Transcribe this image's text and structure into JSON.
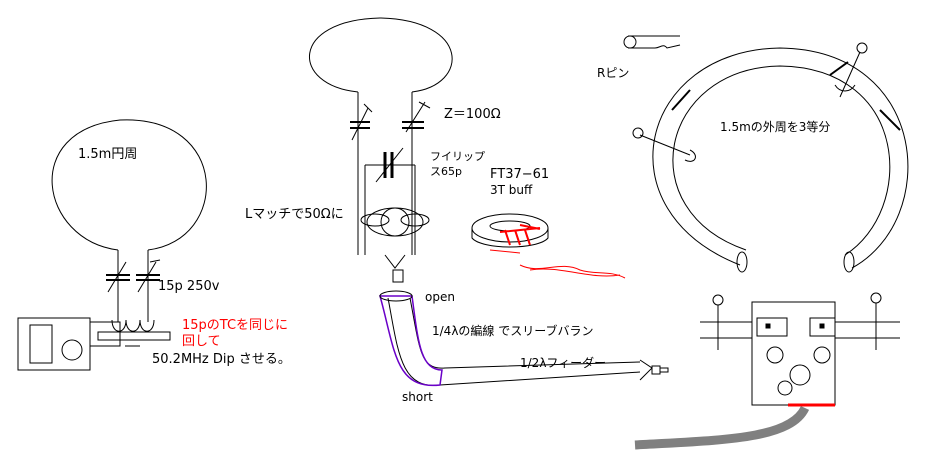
{
  "labels": {
    "left_loop": "1.5m円周",
    "left_cap": "15p 250v",
    "red_note_1": "15pのTCを同じに",
    "red_note_2": "回して",
    "dip": "50.2MHz  Dip  させる。",
    "impedance": "Z＝100Ω",
    "philips_1": "フイリップ",
    "philips_2": "ス65p",
    "l_match": "Lマッチで50Ωに",
    "ferrite_1": "FT37−61",
    "ferrite_2": "3T  buff",
    "open": "open",
    "sleeve_balun": "1/4λの編線 でスリーブバラン",
    "feeder": "1/2λフィーダー",
    "short": "short",
    "r_pin": "Rピン",
    "right_loop": "1.5mの外周を3等分"
  },
  "colors": {
    "line": "#000000",
    "note": "#ff0000",
    "balun": "#6a00c8",
    "cable": "#808080"
  }
}
